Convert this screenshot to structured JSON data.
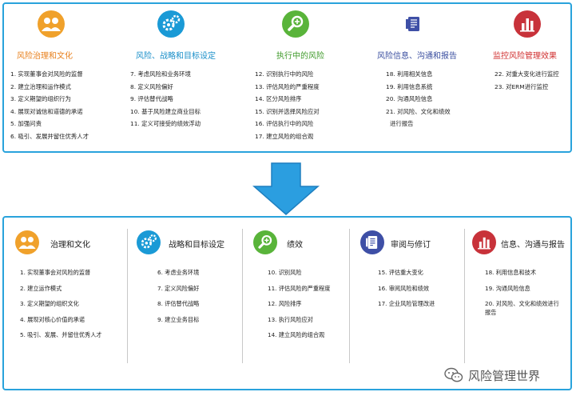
{
  "top": {
    "columns": [
      {
        "title": "风险治理和文化",
        "title_color": "#e8801d",
        "icon": "people-icon",
        "icon_color": "#f0a12b",
        "items": [
          "1. 实现董事会对风险的监督",
          "2. 建立治理和运作模式",
          "3. 定义期望的组织行为",
          "4. 展现对诚信和道德的承诺",
          "5. 加强问责",
          "6. 吸引、发展并留住优秀人才"
        ]
      },
      {
        "title": "风险、战略和目标设定",
        "title_color": "#1a8fc9",
        "icon": "gears-icon",
        "icon_color": "#1a9ad6",
        "items": [
          "7. 考虑风险和业务环境",
          "8. 定义风险偏好",
          "9. 评估替代战略",
          "10. 基于风险建立商业目标",
          "11. 定义可接受的绩效浮动"
        ]
      },
      {
        "title": "执行中的风险",
        "title_color": "#3f9a2a",
        "icon": "magnifier-icon",
        "icon_color": "#59b43a",
        "items": [
          "12. 识别执行中的风险",
          "13. 评估风险的严重程度",
          "14. 区分风险排序",
          "15. 识别并选择风险应对",
          "16. 评估执行中的风险",
          "17. 建立风险的组合观"
        ]
      },
      {
        "title": "风险信息、沟通和报告",
        "title_color": "#3b4fa0",
        "icon": "document-icon",
        "icon_color": "#3e4fa6",
        "items": [
          "18. 利用相关信息",
          "19. 利用信息系统",
          "20. 沟通风险信息",
          "21. 对风险、文化和绩效",
          "进行报告"
        ]
      },
      {
        "title": "监控风险管理效果",
        "title_color": "#d02f2f",
        "icon": "bar-chart-icon",
        "icon_color": "#c8323a",
        "items": [
          "22. 对重大变化进行监控",
          "23. 对ERM进行监控"
        ]
      }
    ]
  },
  "bottom": {
    "columns": [
      {
        "title": "治理和文化",
        "icon": "people-icon",
        "icon_color": "#f0a12b",
        "items": [
          "1. 实现董事会对风险的监督",
          "2. 建立运作模式",
          "3. 定义期望的组织文化",
          "4. 展现对核心价值的承诺",
          "5. 吸引、发展、并留住优秀人才"
        ]
      },
      {
        "title": "战略和目标设定",
        "icon": "gears-icon",
        "icon_color": "#1a9ad6",
        "items": [
          "6. 考虑业务环境",
          "7. 定义风险偏好",
          "8. 评估替代战略",
          "9. 建立业务目标"
        ]
      },
      {
        "title": "绩效",
        "icon": "magnifier-icon",
        "icon_color": "#59b43a",
        "items": [
          "10. 识别风险",
          "11. 评估风险的严重程度",
          "12. 风险排序",
          "13. 执行风险应对",
          "14. 建立风险的组合观"
        ]
      },
      {
        "title": "审阅与修订",
        "icon": "document-icon",
        "icon_color": "#3e4fa6",
        "items": [
          "15. 评估重大变化",
          "16. 审阅风险和绩效",
          "17. 企业风险管理改进"
        ]
      },
      {
        "title": "信息、沟通与报告",
        "icon": "bar-chart-icon",
        "icon_color": "#c8323a",
        "items": [
          "18. 利用信息和技术",
          "19. 沟通风险信息",
          "20. 对风险、文化和绩效进行报告"
        ]
      }
    ]
  },
  "arrow": {
    "icon": "down-arrow-icon",
    "color": "#2b9ee0"
  },
  "watermark": {
    "text": "风险管理世界",
    "icon": "wechat-icon"
  }
}
